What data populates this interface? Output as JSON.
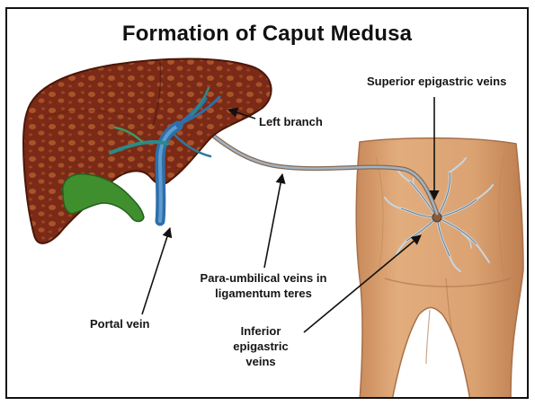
{
  "title": "Formation of Caput Medusa",
  "labels": {
    "superior_epigastric": "Superior epigastric veins",
    "left_branch": "Left branch",
    "paraumbilical_line1": "Para-umbilical veins in",
    "paraumbilical_line2": "ligamentum teres",
    "portal_vein": "Portal vein",
    "inferior_line1": "Inferior",
    "inferior_line2": "epigastric",
    "inferior_line3": "veins"
  },
  "colors": {
    "liver": "#7a2a16",
    "liver_spots": "#b9602f",
    "gallbladder": "#3f8f2f",
    "portal_vein": "#2f6fa8",
    "skin": "#d9a070",
    "vein_network": "#c8d6e0",
    "arrow": "#111111"
  }
}
